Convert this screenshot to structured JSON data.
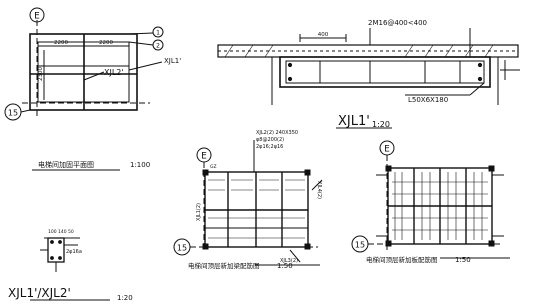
{
  "drawing": {
    "axes": {
      "e_top_left": "E",
      "n15_left": "15",
      "e_plan2": "E",
      "n15_plan2": "15",
      "e_plan3": "E",
      "n15_plan3": "15"
    },
    "plan1": {
      "dim_2200a": "2200",
      "dim_2200b": "2200",
      "dim_2300": "2300",
      "tag_1": "1",
      "tag_2": "2",
      "label_xjl1": "XJL1'",
      "label_xjl2": "XJL2'",
      "caption": "电梯间加固平面图",
      "scale": "1:100"
    },
    "section1": {
      "rebar_note": "2M16@400<400",
      "dim_400": "400",
      "angle_note": "L50X6X180",
      "title": "XJL1'",
      "scale": "1:20"
    },
    "plan2": {
      "note_xjl2": "XJL2(2) 240X350",
      "note_rebar": "φ8@200(2)",
      "note_top": "2φ16;2φ16",
      "label_gz": "GZ",
      "label_xjl1_left": "XJL1(2)",
      "label_xjl4_right": "XJL4(2)",
      "label_xjl3_bottom": "XJL3(2)",
      "caption": "电梯间顶层新加梁配筋图",
      "scale": "1:50"
    },
    "plan3": {
      "caption": "电梯间顶层新加板配筋图",
      "scale": "1:50"
    },
    "detail": {
      "note": "100 140 50",
      "small": "2φ16a",
      "title": "XJL1'/XJL2'",
      "scale": "1:20"
    }
  }
}
